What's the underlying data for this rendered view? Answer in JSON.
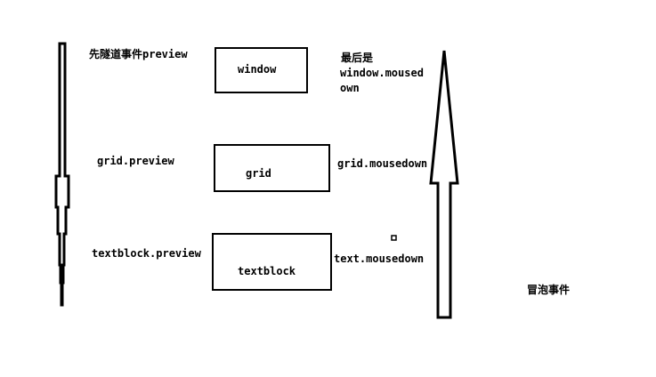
{
  "labels": {
    "tunnel_start": "先隧道事件preview",
    "window_box": "window",
    "window_note_line1": "最后是",
    "window_note_line2": "window.moused",
    "window_note_line3": "own",
    "grid_preview": "grid.preview",
    "grid_box": "grid",
    "grid_mousedown": "grid.mousedown",
    "textblock_preview": "textblock.preview",
    "textblock_box": "textblock",
    "text_mousedown": "text.mousedown",
    "bubble_event": "冒泡事件"
  },
  "colors": {
    "stroke": "#000000",
    "background": "#ffffff"
  }
}
